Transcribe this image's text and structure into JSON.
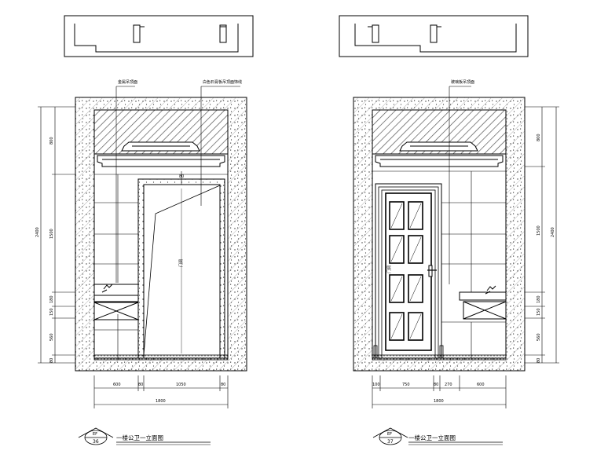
{
  "sheet": {
    "background": "#ffffff",
    "line_color": "#000000",
    "hatch_color": "#555555"
  },
  "elevation_left": {
    "callout_top_left": "金属吊顶面",
    "callout_top_right": "白色石膏板吊顶面饰线",
    "dims_vertical": [
      "800",
      "1500",
      "180",
      "150",
      "560",
      "80"
    ],
    "dim_overall": "2400",
    "dims_horizontal": [
      "600",
      "80",
      "1050",
      "80"
    ],
    "dim_total_width": "1800",
    "door_label": "门洞",
    "door_top_dim": "80",
    "title": {
      "sheet_ref": "EF",
      "number": "36",
      "text": "一楼公卫一立面图"
    }
  },
  "elevation_right": {
    "callout_top": "玻璃板吊顶面",
    "dims_vertical": [
      "800",
      "1500",
      "180",
      "150",
      "560",
      "80"
    ],
    "dim_overall": "2400",
    "dims_horizontal": [
      "100",
      "750",
      "80",
      "270",
      "600"
    ],
    "dim_total_width": "1800",
    "door_label": "门洞",
    "title": {
      "sheet_ref": "EF",
      "number": "37",
      "text": "一楼公卫一立面图"
    }
  }
}
